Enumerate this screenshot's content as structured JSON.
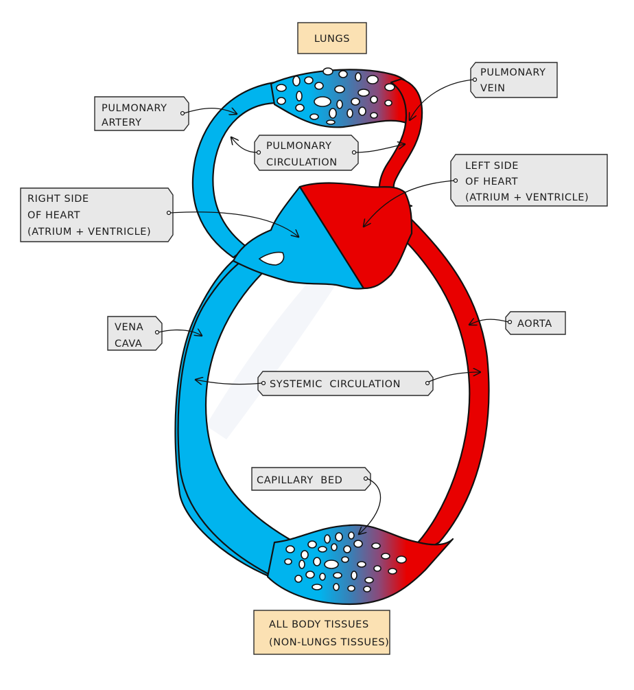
{
  "title": "Double circulatory system",
  "colors": {
    "deoxygenated": "#00b4ee",
    "oxygenated": "#e80000",
    "label_fill": "#e8e8e8",
    "location_fill": "#fbe1b3"
  },
  "locations": {
    "lungs": "LUNGS",
    "body_line1": "ALL BODY TISSUES",
    "body_line2": "(NON-LUNGS TISSUES)"
  },
  "labels": {
    "pulmonary_artery": [
      "PULMONARY",
      "ARTERY"
    ],
    "pulmonary_vein": [
      "PULMONARY",
      "VEIN"
    ],
    "pulmonary_circulation": [
      "PULMONARY",
      "CIRCULATION"
    ],
    "left_heart": [
      "LEFT SIDE",
      "OF HEART",
      "(ATRIUM + VENTRICLE)"
    ],
    "right_heart": [
      "RIGHT SIDE",
      "OF HEART",
      "(ATRIUM + VENTRICLE)"
    ],
    "vena_cava": [
      "VENA",
      "CAVA"
    ],
    "aorta": "AORTA",
    "systemic_circulation": "SYSTEMIC  CIRCULATION",
    "capillary_bed": "CAPILLARY  BED"
  }
}
